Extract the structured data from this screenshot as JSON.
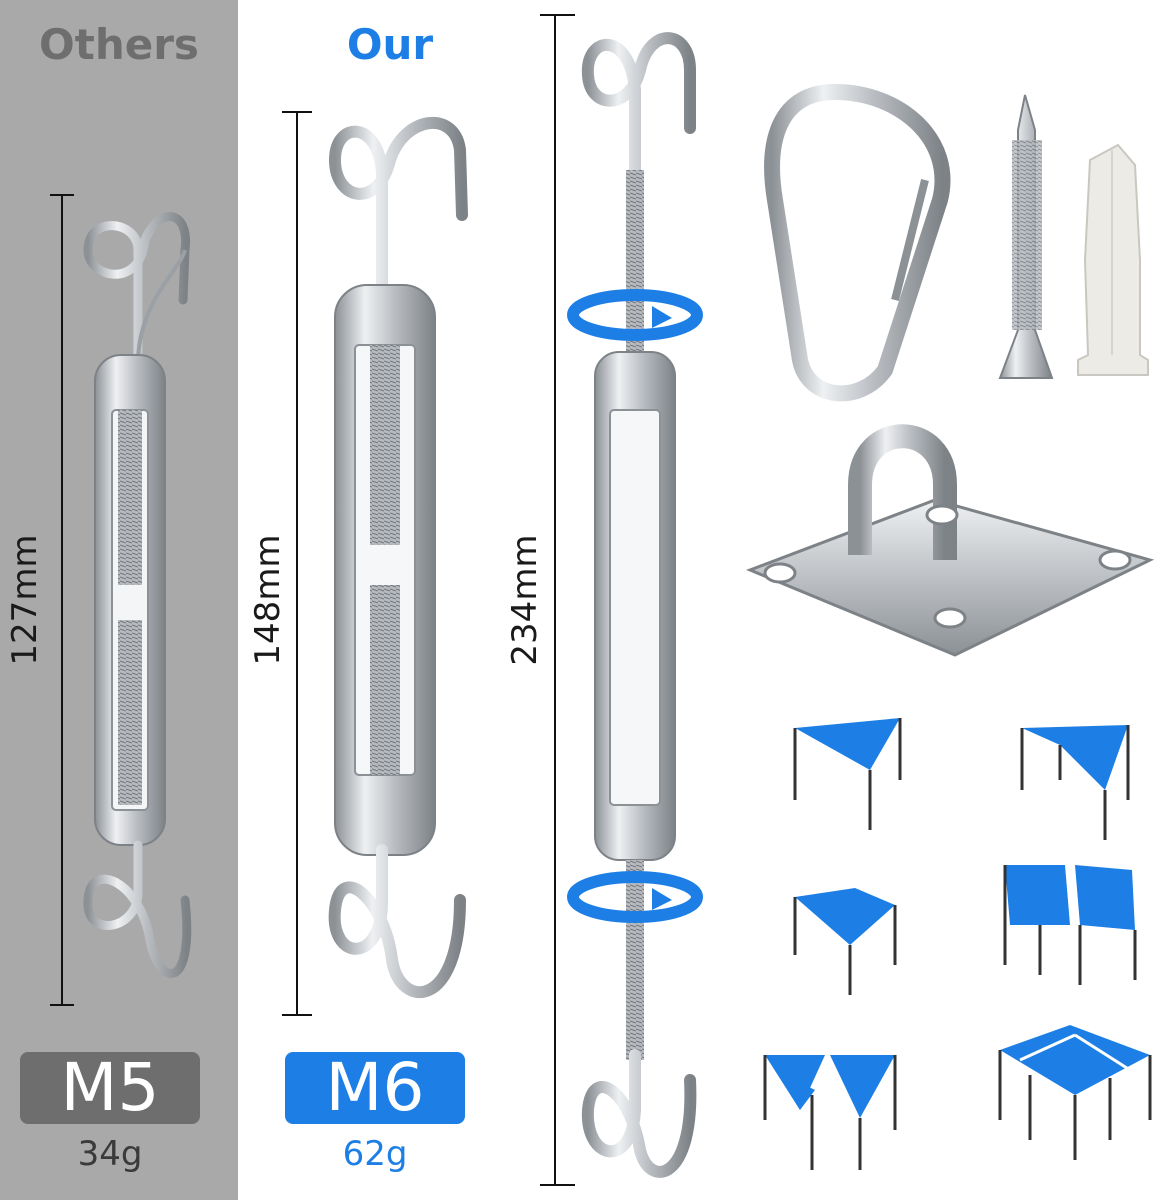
{
  "labels": {
    "others_title": "Others",
    "our_title": "Our"
  },
  "dimensions": {
    "others": "127mm",
    "our": "148mm",
    "extended": "234mm"
  },
  "sizes": {
    "others_size": "M5",
    "our_size": "M6",
    "others_weight": "34g",
    "our_weight": "62g"
  },
  "colors": {
    "accent_blue": "#1d7fe6",
    "others_gray": "#a9a9a9",
    "badge_gray": "#6e6e6e",
    "steel": "#c8cbcf"
  },
  "icons": [
    "turnbuckle",
    "carabiner",
    "screw",
    "wall-anchor",
    "pad-eye-plate",
    "rotate-arrow",
    "shade-sail"
  ]
}
